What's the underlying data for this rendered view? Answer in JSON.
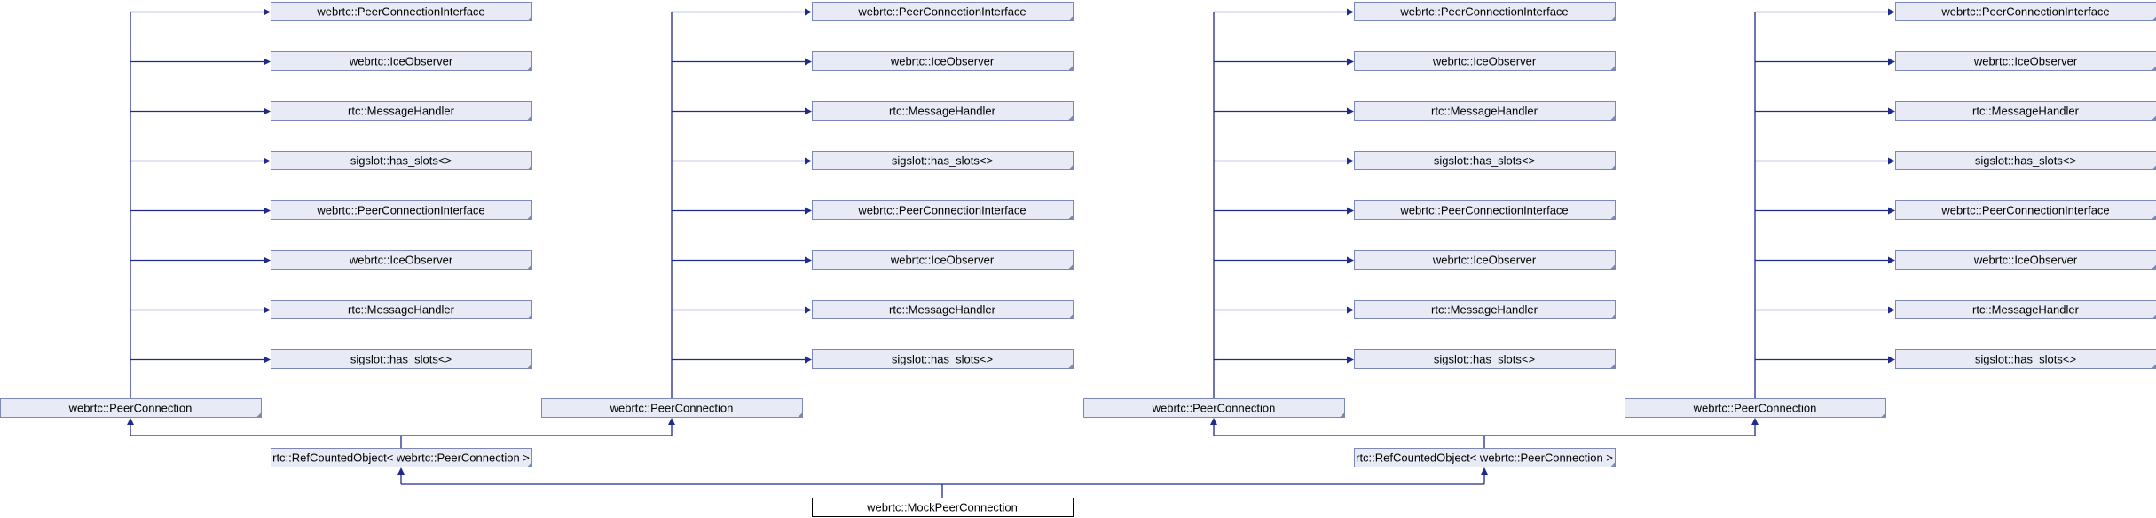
{
  "diagram": {
    "type": "class-inheritance-graph",
    "root": "webrtc::MockPeerConnection",
    "refcounted": "rtc::RefCountedObject< webrtc::PeerConnection >",
    "peer_connection": "webrtc::PeerConnection",
    "bases": [
      "webrtc::PeerConnectionInterface",
      "webrtc::IceObserver",
      "rtc::MessageHandler",
      "sigslot::has_slots<>",
      "webrtc::PeerConnectionInterface",
      "webrtc::IceObserver",
      "rtc::MessageHandler",
      "sigslot::has_slots<>"
    ],
    "colors": {
      "node_fill": "#e8ebf5",
      "node_border": "#7b88b8",
      "edge": "#1f2a8c",
      "root_border": "#000000"
    }
  }
}
